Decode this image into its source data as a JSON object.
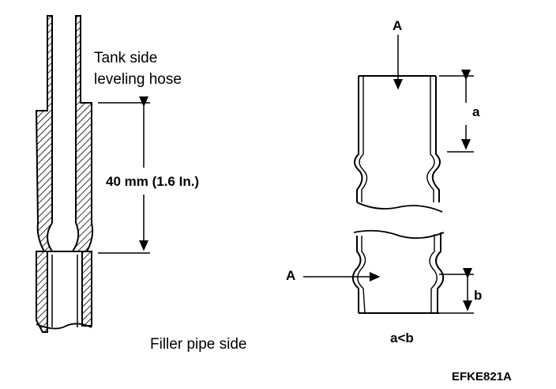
{
  "labels": {
    "tank_side_line1": "Tank side",
    "tank_side_line2": "leveling hose",
    "dimension": "40 mm (1.6 In.)",
    "filler_pipe_side": "Filler pipe side",
    "arrow_a_top": "A",
    "arrow_a_left": "A",
    "dim_a": "a",
    "dim_b": "b",
    "condition": "a<b",
    "figure_code": "EFKE821A"
  },
  "colors": {
    "ink": "#000000",
    "paper": "#ffffff"
  }
}
